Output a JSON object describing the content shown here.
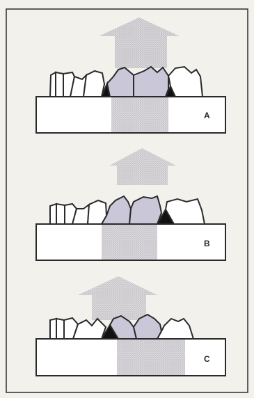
{
  "figure": {
    "panels": [
      {
        "label": "A"
      },
      {
        "label": "B"
      },
      {
        "label": "C"
      }
    ]
  },
  "colors": {
    "page_background": "#f3f1ec",
    "frame": "#3a3a3a",
    "outline": "#2a2a2a",
    "crystal_fill": "#ffffff",
    "gray_fill": "#c9c7d8",
    "dark_triangle": "#111111",
    "shading": "#b3b3b3"
  }
}
